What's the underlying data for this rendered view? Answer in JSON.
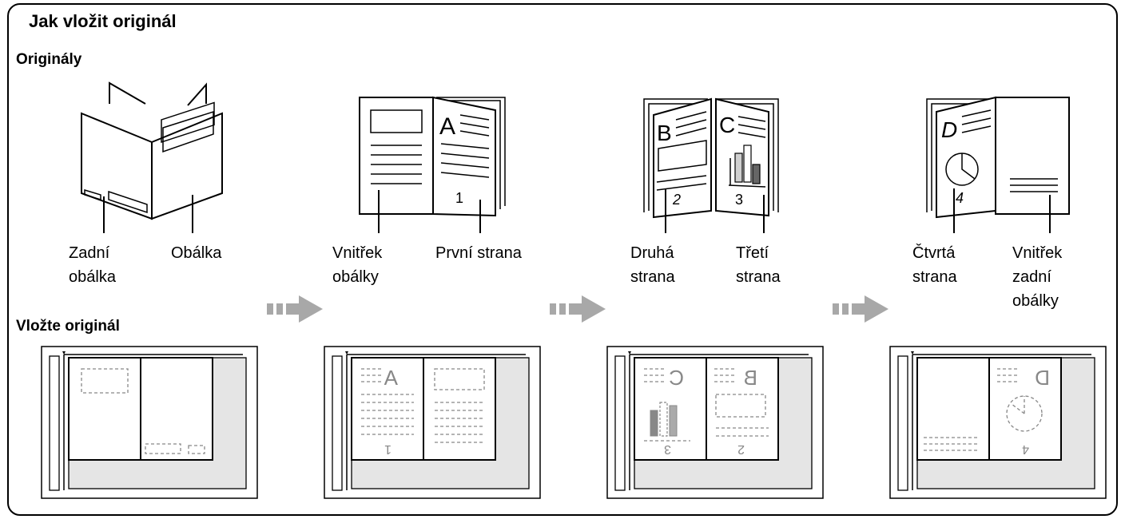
{
  "title": "Jak vložit originál",
  "sections": {
    "originals": "Originály",
    "insert": "Vložte originál"
  },
  "labels": {
    "back_cover": "Zadní\nobálka",
    "cover": "Obálka",
    "inside_cover": "Vnitřek\nobálky",
    "first_page": "První strana",
    "second_page": "Druhá\nstrana",
    "third_page": "Třetí\nstrana",
    "fourth_page": "Čtvrtá\nstrana",
    "inside_back_cover": "Vnitřek\nzadní\nobálky"
  },
  "page_marks": {
    "a": "A",
    "b": "B",
    "c": "C",
    "d": "D",
    "n1": "1",
    "n2": "2",
    "n3": "3",
    "n4": "4"
  },
  "colors": {
    "scan_area": "#e5e5e5",
    "dashed": "#888888",
    "arrow": "#a8a8a8",
    "line": "#000000"
  }
}
